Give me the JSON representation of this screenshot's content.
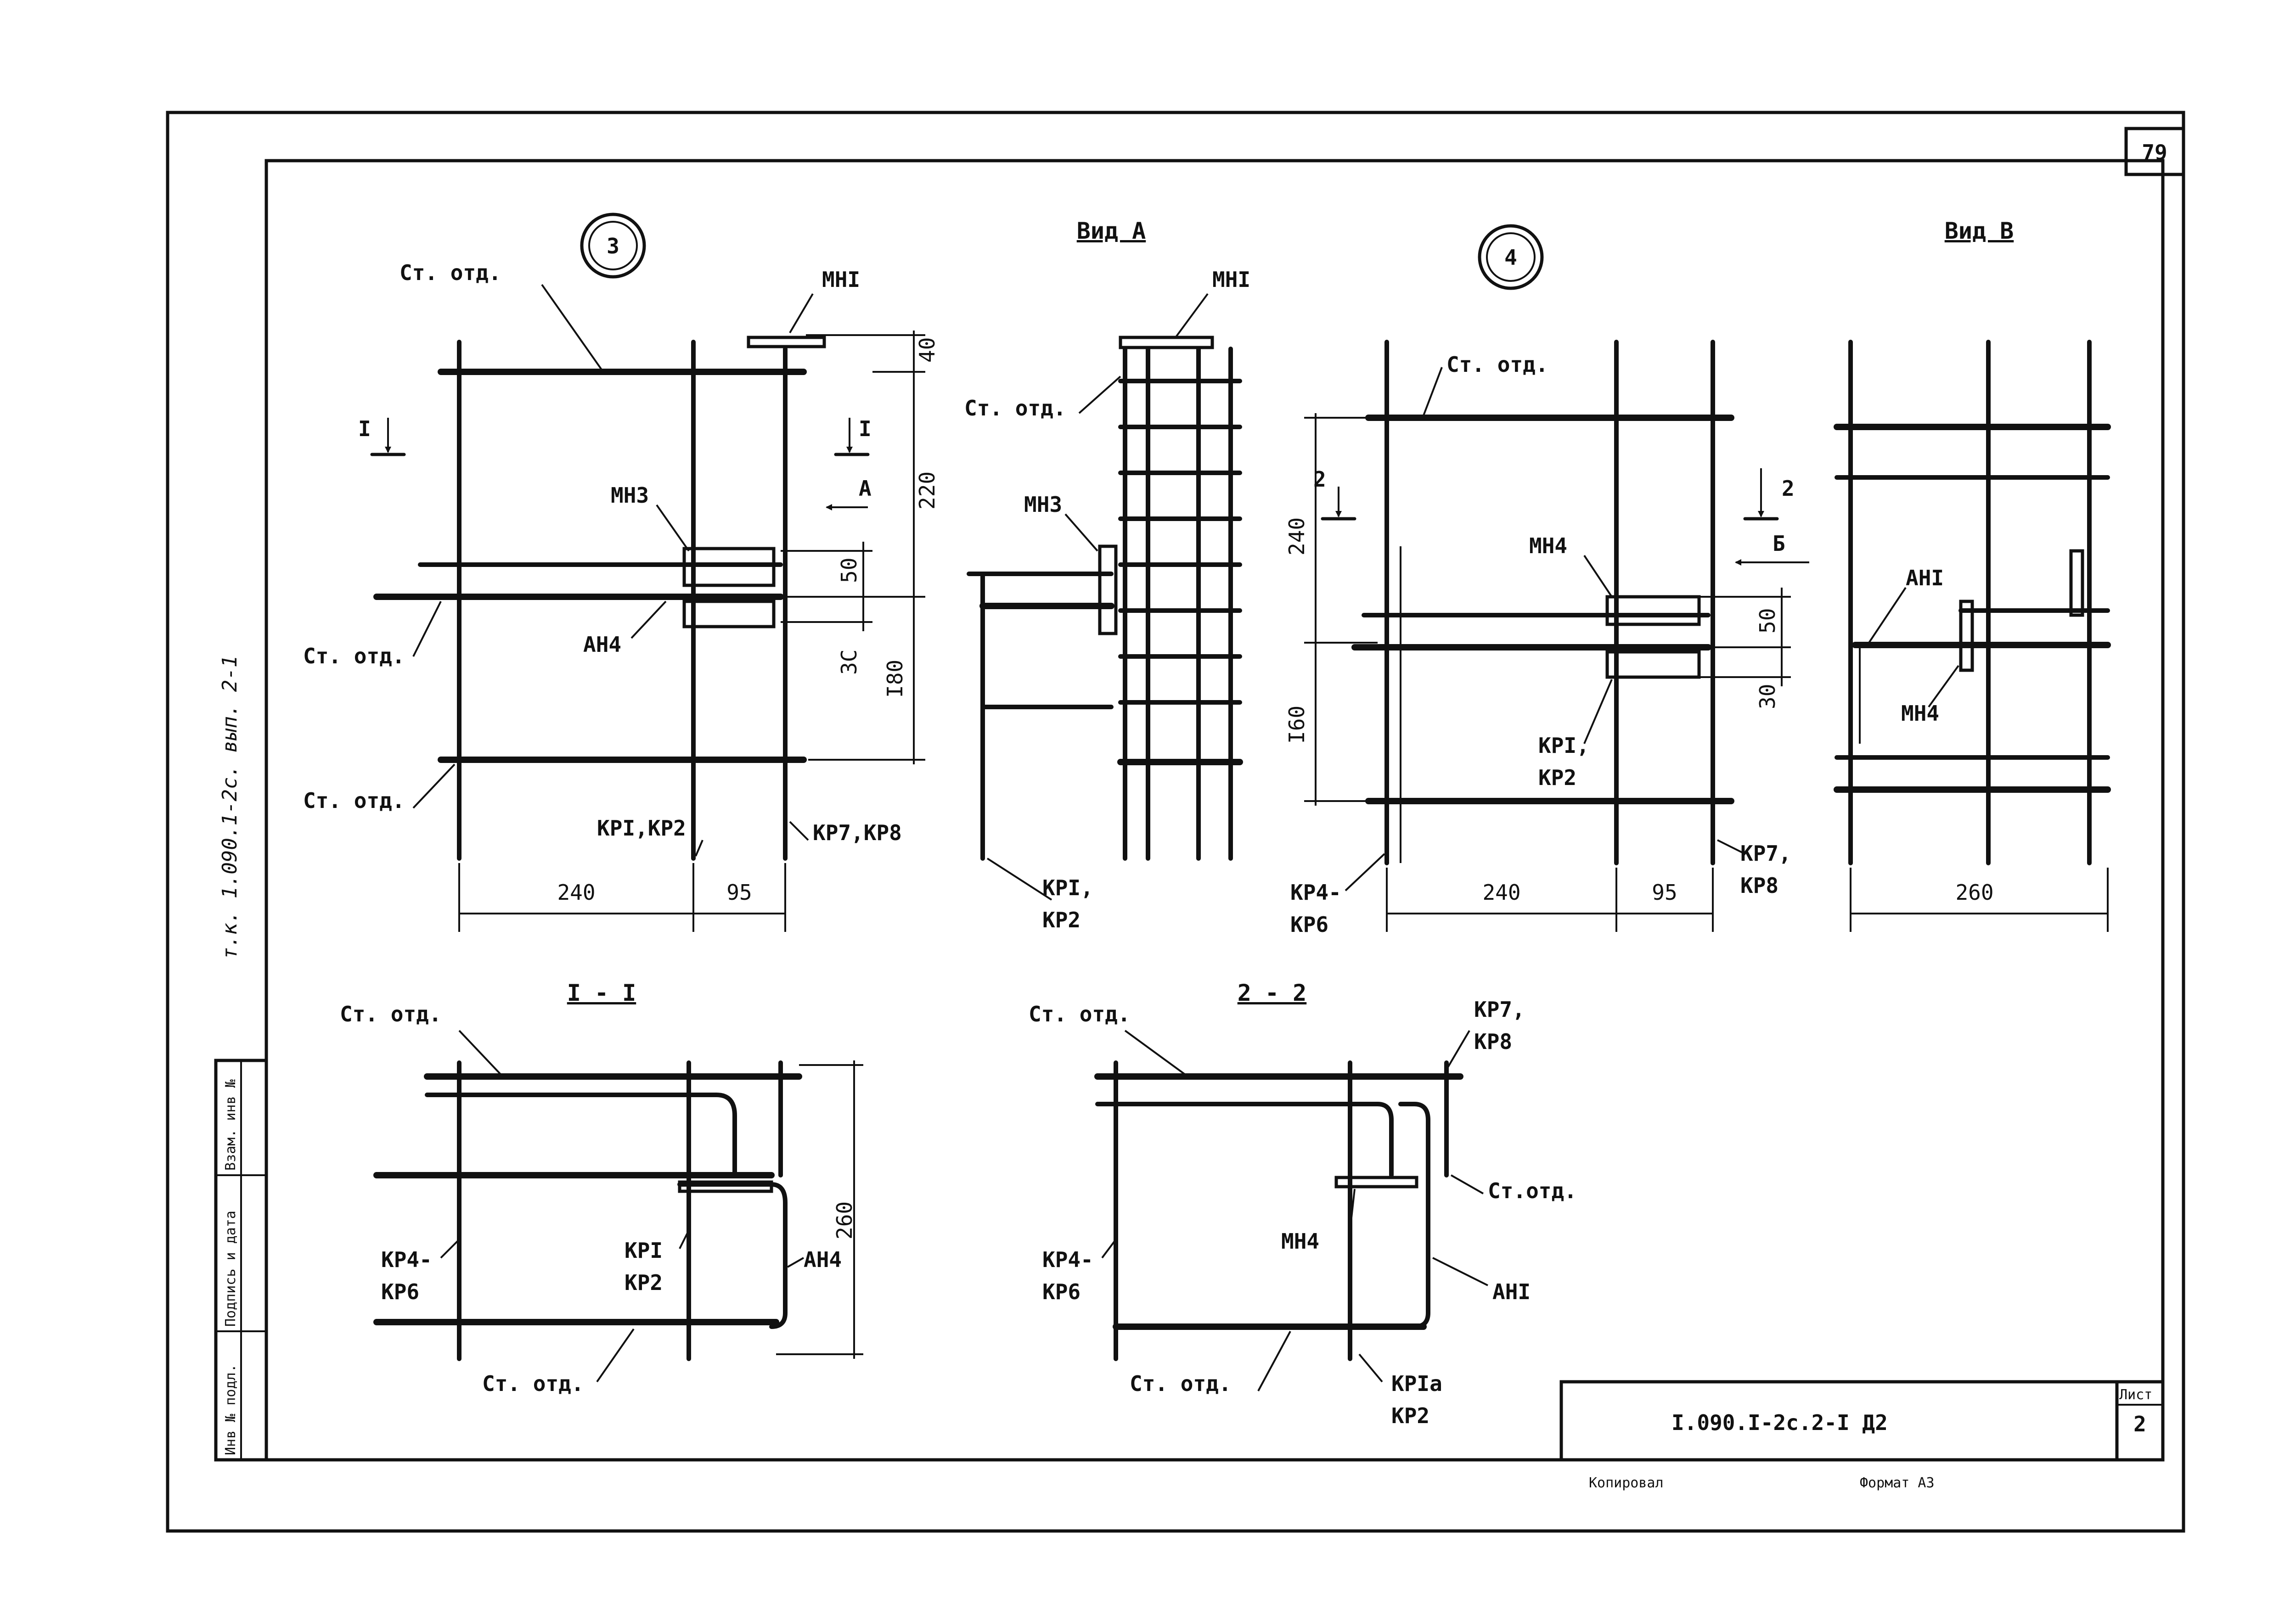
{
  "sheet": {
    "page_number": "79",
    "list_label": "Лист",
    "list_number": "2",
    "doc_code": "I.090.I-2c.2-I Д2",
    "copied_label": "Копировал",
    "format_label": "Формат А3",
    "side_code": "т.к. 1.090.1-2с. вып. 2-1",
    "stamp_1": "Инв № подл.",
    "stamp_2": "Подпись и дата",
    "stamp_3": "Взам. инв №"
  },
  "node3": {
    "number": "3",
    "st_otd_top": "Ст. отд.",
    "st_otd_mid": "Ст. отд.",
    "st_otd_bot": "Ст. отд.",
    "mn1": "МНI",
    "mn3": "МН3",
    "an4": "АН4",
    "kr12": "КРI,КР2",
    "kr78": "КР7,КР8",
    "section_left": "I",
    "section_right": "I",
    "view_a": "А",
    "dims": {
      "d40": "40",
      "d220": "220",
      "d50": "50",
      "d30": "3С",
      "d180": "I80",
      "d240": "240",
      "d95": "95"
    }
  },
  "viewA": {
    "title": "Вид А",
    "mn1": "МНI",
    "st_otd": "Ст. отд.",
    "mn3": "МН3",
    "kr1": "КРI,",
    "kr2": "КР2"
  },
  "node4": {
    "number": "4",
    "st_otd": "Ст. отд.",
    "mn4": "МН4",
    "kr1": "КРI,",
    "kr2": "КР2",
    "kr4": "КР4-",
    "kr6": "КР6",
    "kr7": "КР7,",
    "kr8": "КР8",
    "section_left": "2",
    "section_right": "2",
    "view_b": "Б",
    "dims": {
      "d240v": "240",
      "d160": "I60",
      "d50": "50",
      "d30": "30",
      "d240": "240",
      "d95": "95"
    }
  },
  "viewB": {
    "title": "Вид В",
    "an1": "АНI",
    "mn4": "МН4",
    "dim": "260"
  },
  "section11": {
    "title": "I - I",
    "st_otd_top": "Ст. отд.",
    "st_otd_bot": "Ст. отд.",
    "kr4": "КР4-",
    "kr6": "КР6",
    "kr1": "КРI",
    "kr2": "КР2",
    "an4": "АН4",
    "dim": "260"
  },
  "section22": {
    "title": "2 - 2",
    "st_otd_top": "Ст. отд.",
    "st_otd_right": "Ст.отд.",
    "st_otd_bot": "Ст. отд.",
    "kr7": "КР7,",
    "kr8": "КР8",
    "kr4": "КР4-",
    "kr6": "КР6",
    "mn4": "МН4",
    "an1": "АНI",
    "kr1": "КРIа",
    "kr2": "КР2"
  }
}
